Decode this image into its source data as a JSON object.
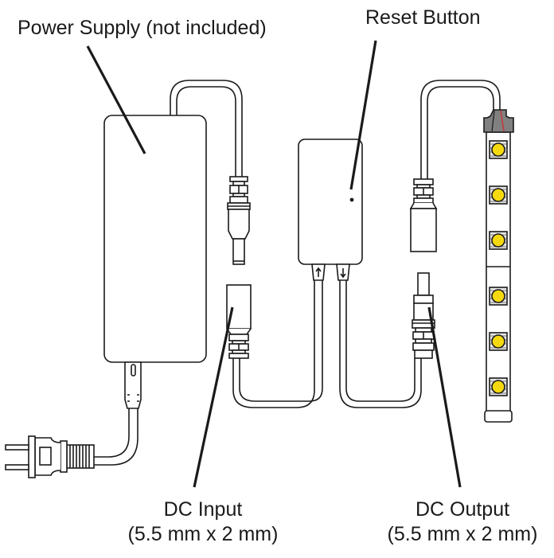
{
  "labels": {
    "power_supply": "Power Supply (not included)",
    "reset_button": "Reset Button",
    "dc_input": {
      "line1": "DC Input",
      "line2": "(5.5 mm x 2 mm)"
    },
    "dc_output": {
      "line1": "DC Output",
      "line2": "(5.5 mm x 2 mm)"
    }
  },
  "components": [
    "power-supply",
    "ac-plug",
    "controller",
    "dc-male-plug",
    "dc-female-jack",
    "led-strip"
  ],
  "led_strip": {
    "led_count": 6,
    "led_color": "#f5d90f",
    "end_cap_color": "#808080",
    "wire_color": "#cc3333"
  },
  "colors": {
    "stroke": "#1a1a1a",
    "background": "#ffffff"
  }
}
